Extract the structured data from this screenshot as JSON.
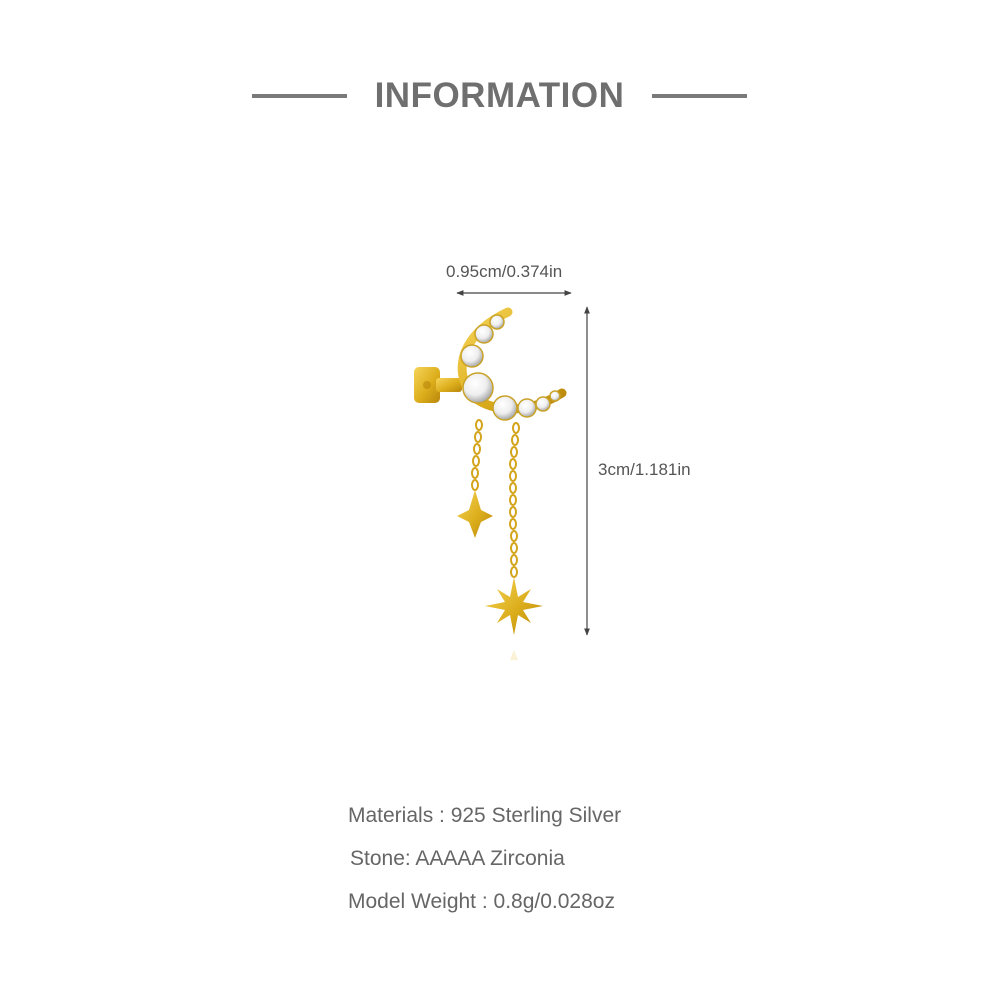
{
  "header": {
    "title": "INFORMATION"
  },
  "dimensions": {
    "width": "0.95cm/0.374in",
    "height": "3cm/1.181in"
  },
  "specs": [
    "Materials : 925 Sterling Silver",
    "Stone: AAAAA Zirconia",
    "Model Weight : 0.8g/0.028oz"
  ],
  "colors": {
    "accent": "#7a7a7a",
    "gold": "#e0b21e",
    "text": "#666666"
  }
}
